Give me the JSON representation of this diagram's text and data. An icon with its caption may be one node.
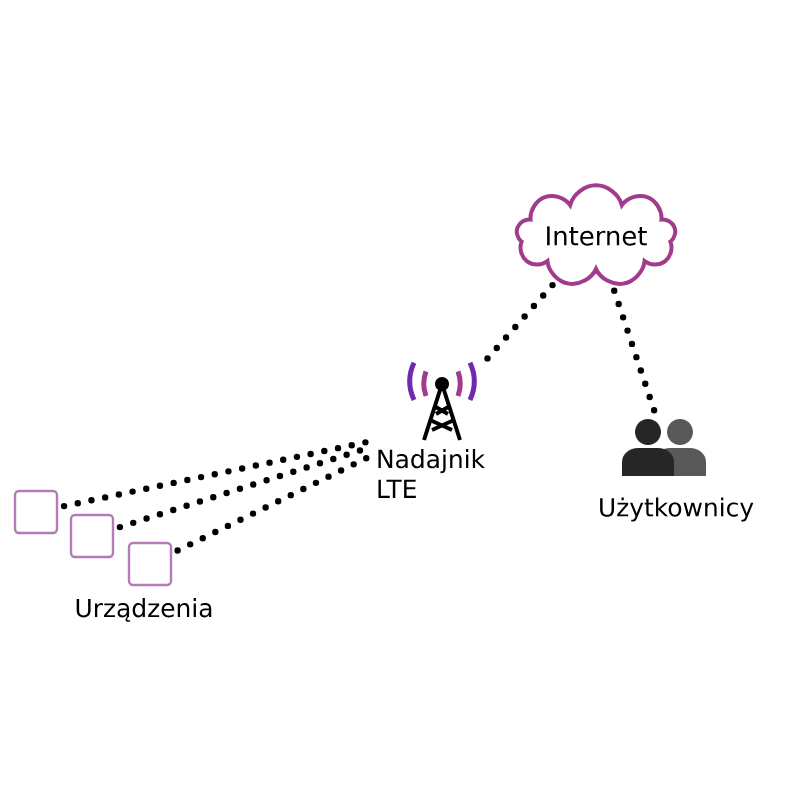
{
  "diagram": {
    "nodes": [
      {
        "text": [
          "Internet"
        ]
      },
      {
        "text": [
          "Nadajnik LTE"
        ]
      },
      {
        "text": [
          "Użytkownicy"
        ]
      },
      {
        "text": [],
        "shape": "box"
      },
      {
        "text": [],
        "shape": "box"
      },
      {
        "text": [],
        "shape": "box"
      }
    ],
    "edges": [
      {
        "from": 0,
        "to": 1,
        "arrow": "none"
      },
      {
        "from": 0,
        "to": 2,
        "arrow": "none"
      },
      {
        "from": 3,
        "to": 1,
        "arrow": "none"
      },
      {
        "from": 4,
        "to": 1,
        "arrow": "none"
      },
      {
        "from": 5,
        "to": 1,
        "arrow": "none"
      }
    ],
    "labels": [
      "Urządzenia"
    ]
  }
}
